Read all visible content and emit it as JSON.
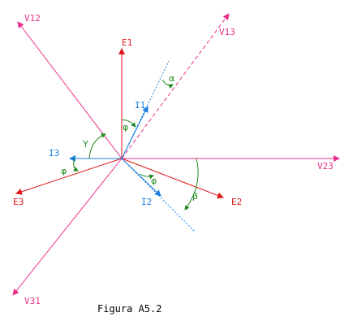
{
  "colors": {
    "line_voltage": "#e8308c",
    "phase_voltage": "#e01818",
    "current": "#1a7fe0",
    "angle": "#1e8a1e",
    "caption": "#000000"
  },
  "labels": {
    "v12": "V12",
    "v13": "V13",
    "v23": "V23",
    "v31": "V31",
    "e1": "E1",
    "e2": "E2",
    "e3": "E3",
    "i1": "I1",
    "i2": "I2",
    "i3": "I3",
    "alpha": "α",
    "beta": "β",
    "gamma": "Y",
    "phi_1": "φ",
    "phi_2": "φ",
    "phi_3": "φ"
  },
  "caption": "Figura A5.2"
}
